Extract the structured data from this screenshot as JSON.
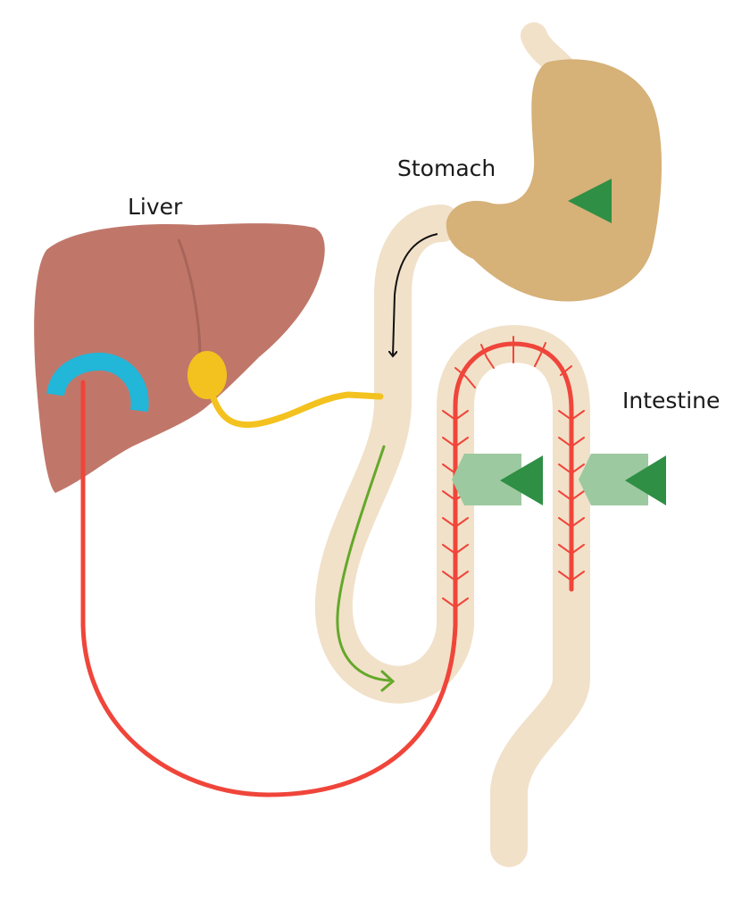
{
  "labels": {
    "liver": "Liver",
    "stomach": "Stomach",
    "intestine": "Intestine"
  },
  "colors": {
    "background": "#ffffff",
    "liver": "#c0776a",
    "liver_edge": "#a9655a",
    "stomach": "#d6b178",
    "gut_tube": "#f1e1c9",
    "bile": "#f4c21e",
    "blood_vessel": "#f0453a",
    "receptor": "#22b6d9",
    "absorption_arrow": "#2f8f45",
    "absorption_box": "#9cc9a0",
    "flow_arrow_dark": "#111111",
    "flow_arrow_green": "#64a82a"
  },
  "icons": {
    "stomach_marker": "green-triangle-icon",
    "absorption_markers": [
      "green-arrow-left-icon",
      "green-arrow-left-icon"
    ],
    "flow_down": "black-arrow-down-icon",
    "flow_intestine": "green-arrow-right-icon"
  }
}
